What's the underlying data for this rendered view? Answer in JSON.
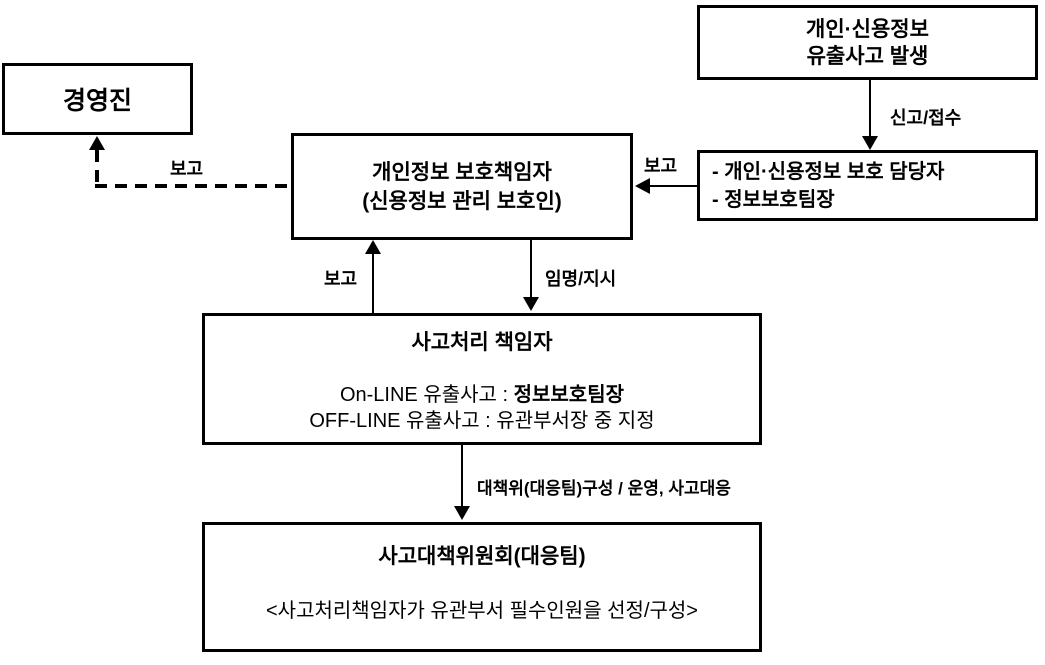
{
  "diagram": {
    "colors": {
      "background": "#ffffff",
      "line": "#000000",
      "text": "#000000"
    },
    "nodes": {
      "management": {
        "label": "경영진"
      },
      "incident": {
        "line1": "개인·신용정보",
        "line2": "유출사고 발생"
      },
      "handlers": {
        "line1": "- 개인·신용정보 보호 담당자",
        "line2": "- 정보보호팀장"
      },
      "cpo": {
        "line1": "개인정보 보호책임자",
        "line2": "(신용정보 관리 보호인)"
      },
      "incident_manager": {
        "title": "사고처리 책임자",
        "online_prefix": "On-LINE 유출사고 : ",
        "online_bold": "정보보호팀장",
        "offline": "OFF-LINE 유출사고 : 유관부서장 중 지정"
      },
      "committee": {
        "title": "사고대책위원회(대응팀)",
        "note": "<사고처리책임자가 유관부서 필수인원을 선정/구성>"
      }
    },
    "edge_labels": {
      "report_receipt": "신고/접수",
      "report_to_cpo": "보고",
      "report_to_management": "보고",
      "report_up": "보고",
      "appoint_direct": "임명/지시",
      "committee_ops": "대책위(대응팀)구성 / 운영, 사고대응"
    }
  }
}
